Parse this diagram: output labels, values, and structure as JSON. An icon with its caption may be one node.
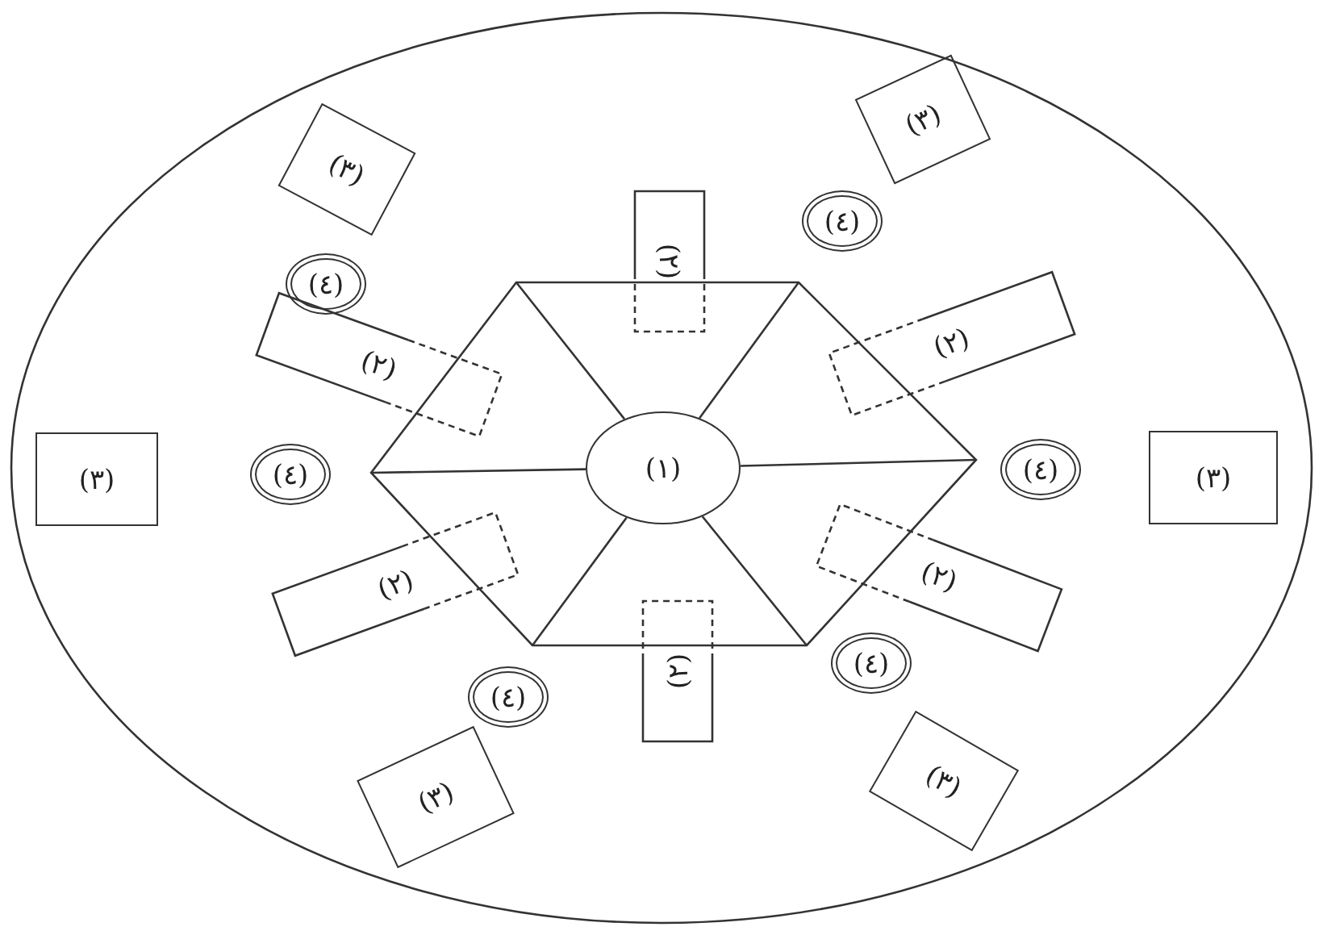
{
  "diagram": {
    "nodes": [
      {
        "text": [],
        "shape": "ellipse"
      },
      {
        "text": [
          "(٣)"
        ],
        "in": 0
      },
      {
        "text": [
          "(٣)"
        ],
        "in": 0
      },
      {
        "text": [
          "(٢)"
        ],
        "in": 0
      },
      {
        "text": [
          "(٤)"
        ],
        "in": 0
      },
      {
        "text": [
          "(٤)"
        ],
        "in": 0
      },
      {
        "text": [],
        "shape": "hexagon",
        "in": 0
      },
      {
        "text": [
          "(٢)"
        ],
        "in": 0
      },
      {
        "text": [
          "(٢)"
        ],
        "in": 0
      },
      {
        "text": [
          "(٣)"
        ],
        "in": 0
      },
      {
        "text": [
          "(٤)"
        ],
        "in": 0
      },
      {
        "text": [
          "(١)"
        ],
        "in": 6
      },
      {
        "text": [
          "(٤)"
        ],
        "in": 0
      },
      {
        "text": [
          "(٣)"
        ],
        "in": 0
      },
      {
        "text": [
          "(٢)"
        ],
        "in": 0
      },
      {
        "text": [
          "(٢)"
        ],
        "in": 0
      },
      {
        "text": [
          "(٢)"
        ],
        "in": 0
      },
      {
        "text": [
          "(٤)"
        ],
        "in": 0
      },
      {
        "text": [
          "(٤)"
        ],
        "in": 0
      },
      {
        "text": [
          "(٣)"
        ],
        "in": 0
      },
      {
        "text": [
          "(٣)"
        ],
        "in": 0
      }
    ]
  }
}
